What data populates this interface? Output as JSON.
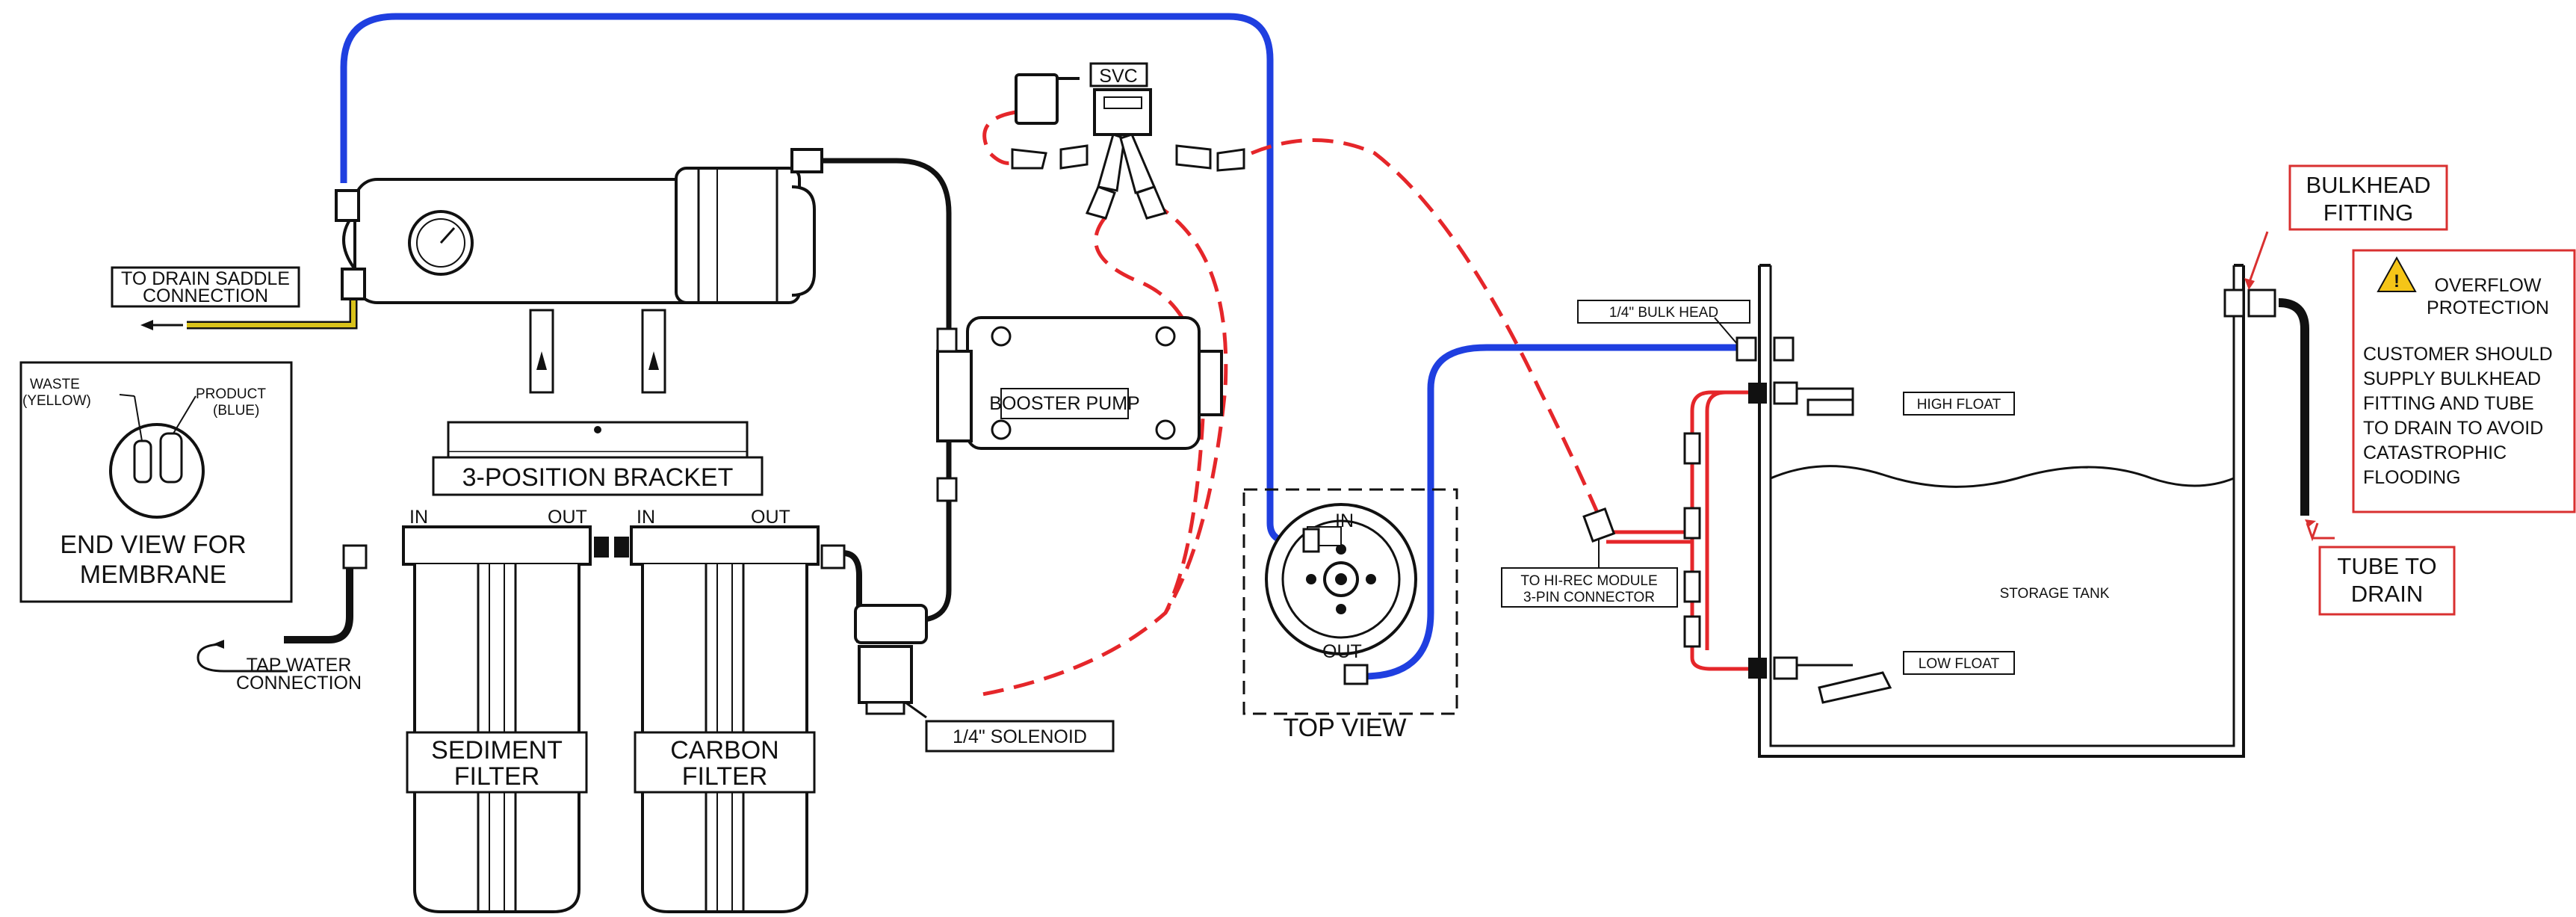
{
  "labels": {
    "svc": "SVC",
    "booster_pump": "BOOSTER PUMP",
    "bracket": "3-POSITION BRACKET",
    "to_drain_saddle_1": "TO DRAIN SADDLE",
    "to_drain_saddle_2": "CONNECTION",
    "waste_1": "WASTE",
    "waste_2": "(YELLOW)",
    "product_1": "PRODUCT",
    "product_2": "(BLUE)",
    "end_view_1": "END VIEW FOR",
    "end_view_2": "MEMBRANE",
    "in_1": "IN",
    "out_1": "OUT",
    "in_2": "IN",
    "out_2": "OUT",
    "tap_water_1": "TAP WATER",
    "tap_water_2": "CONNECTION",
    "sediment_1": "SEDIMENT",
    "sediment_2": "FILTER",
    "carbon_1": "CARBON",
    "carbon_2": "FILTER",
    "solenoid": "1/4\" SOLENOID",
    "top_view": "TOP VIEW",
    "top_in": "IN",
    "top_out": "OUT",
    "bulk_head": "1/4\" BULK HEAD",
    "high_float": "HIGH FLOAT",
    "low_float": "LOW FLOAT",
    "hi_rec_1": "TO HI-REC MODULE",
    "hi_rec_2": "3-PIN CONNECTOR",
    "storage_tank": "STORAGE TANK",
    "bulkhead_fitting_1": "BULKHEAD",
    "bulkhead_fitting_2": "FITTING",
    "overflow_1": "OVERFLOW",
    "overflow_2": "PROTECTION",
    "customer_1": "CUSTOMER SHOULD",
    "customer_2": "SUPPLY BULKHEAD",
    "customer_3": "FITTING AND TUBE",
    "customer_4": "TO DRAIN TO AVOID",
    "customer_5": "CATASTROPHIC",
    "customer_6": "FLOODING",
    "tube_to_drain_1": "TUBE TO",
    "tube_to_drain_2": "DRAIN"
  },
  "colors": {
    "product_tube": "#1f3fe0",
    "waste_tube": "#d9c21a",
    "signal_wire": "#e5262a",
    "feed_tube": "#111111",
    "callout_border": "#d93030",
    "warning_fill": "#f5c518"
  }
}
